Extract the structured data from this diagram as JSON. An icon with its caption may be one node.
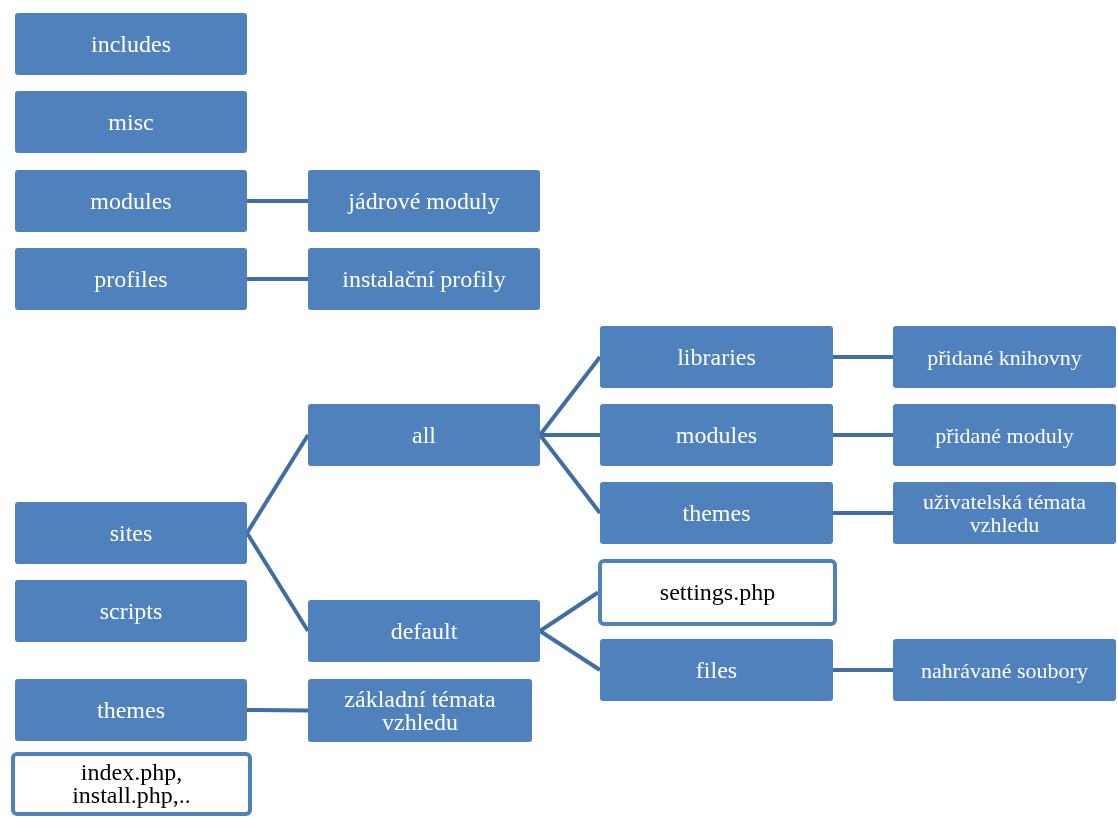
{
  "diagram": {
    "nodes": [
      {
        "text": [
          "includes"
        ]
      },
      {
        "text": [
          "misc"
        ]
      },
      {
        "text": [
          "modules"
        ]
      },
      {
        "text": [
          "jádrové moduly"
        ]
      },
      {
        "text": [
          "profiles"
        ]
      },
      {
        "text": [
          "instalační profily"
        ]
      },
      {
        "text": [
          "sites"
        ]
      },
      {
        "text": [
          "all"
        ]
      },
      {
        "text": [
          "libraries"
        ]
      },
      {
        "text": [
          "přidané knihovny"
        ]
      },
      {
        "text": [
          "modules"
        ]
      },
      {
        "text": [
          "přidané moduly"
        ]
      },
      {
        "text": [
          "themes"
        ]
      },
      {
        "text": [
          "uživatelská témata vzhledu"
        ]
      },
      {
        "text": [
          "default"
        ]
      },
      {
        "text": [
          "settings.php"
        ]
      },
      {
        "text": [
          "files"
        ]
      },
      {
        "text": [
          "nahrávané soubory"
        ]
      },
      {
        "text": [
          "scripts"
        ]
      },
      {
        "text": [
          "themes"
        ]
      },
      {
        "text": [
          "základní témata vzhledu"
        ]
      },
      {
        "text": [
          "index.php, install.php,.."
        ]
      }
    ],
    "edges": [
      {
        "from": 2,
        "to": 3,
        "arrow": "none"
      },
      {
        "from": 4,
        "to": 5,
        "arrow": "none"
      },
      {
        "from": 6,
        "to": 7,
        "arrow": "none"
      },
      {
        "from": 6,
        "to": 14,
        "arrow": "none"
      },
      {
        "from": 7,
        "to": 8,
        "arrow": "none"
      },
      {
        "from": 7,
        "to": 10,
        "arrow": "none"
      },
      {
        "from": 7,
        "to": 12,
        "arrow": "none"
      },
      {
        "from": 8,
        "to": 9,
        "arrow": "none"
      },
      {
        "from": 10,
        "to": 11,
        "arrow": "none"
      },
      {
        "from": 12,
        "to": 13,
        "arrow": "none"
      },
      {
        "from": 14,
        "to": 15,
        "arrow": "none"
      },
      {
        "from": 14,
        "to": 16,
        "arrow": "none"
      },
      {
        "from": 16,
        "to": 17,
        "arrow": "none"
      },
      {
        "from": 19,
        "to": 20,
        "arrow": "none"
      }
    ]
  }
}
